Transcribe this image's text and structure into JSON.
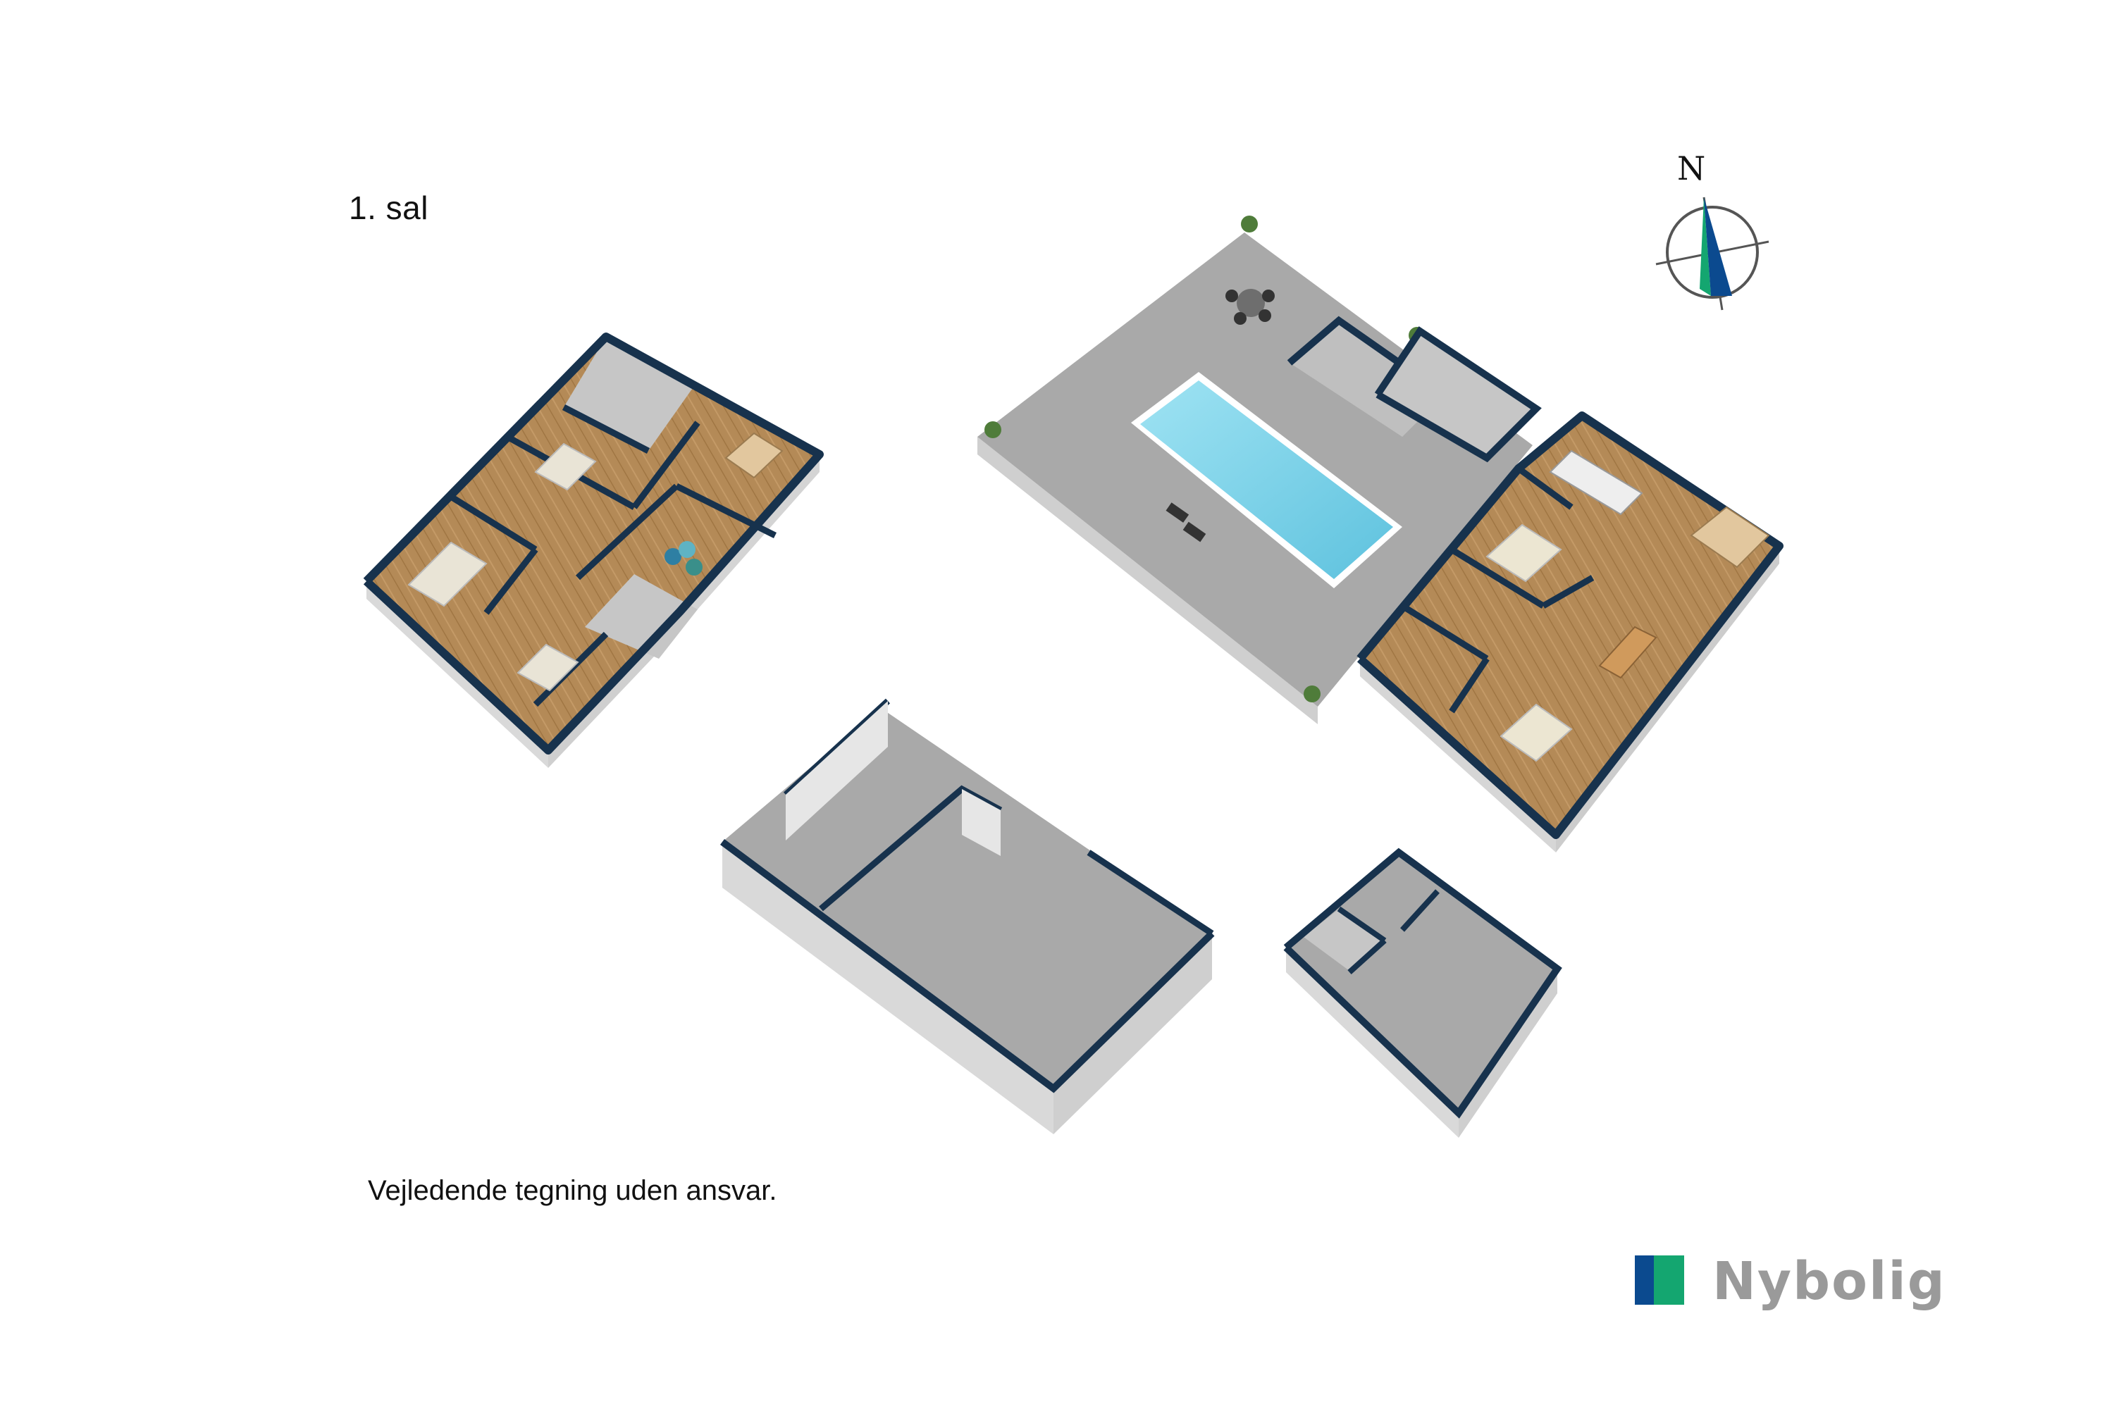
{
  "floor_label": "1. sal",
  "disclaimer": "Vejledende tegning uden ansvar.",
  "compass": {
    "north_label": "N",
    "icon": "compass-rose-icon"
  },
  "brand": {
    "name": "Nybolig",
    "colors": {
      "blue": "#0b4a8f",
      "green": "#14a670",
      "wordmark": "#9a9a9a"
    }
  },
  "colors": {
    "wall_top": "#17324d",
    "wall_side": "#e6e6e6",
    "concrete": "#a9a9a9",
    "pool_water": "#7fd4ea",
    "wood_floor": "#b48a57",
    "tile_floor": "#c6c6c6"
  }
}
